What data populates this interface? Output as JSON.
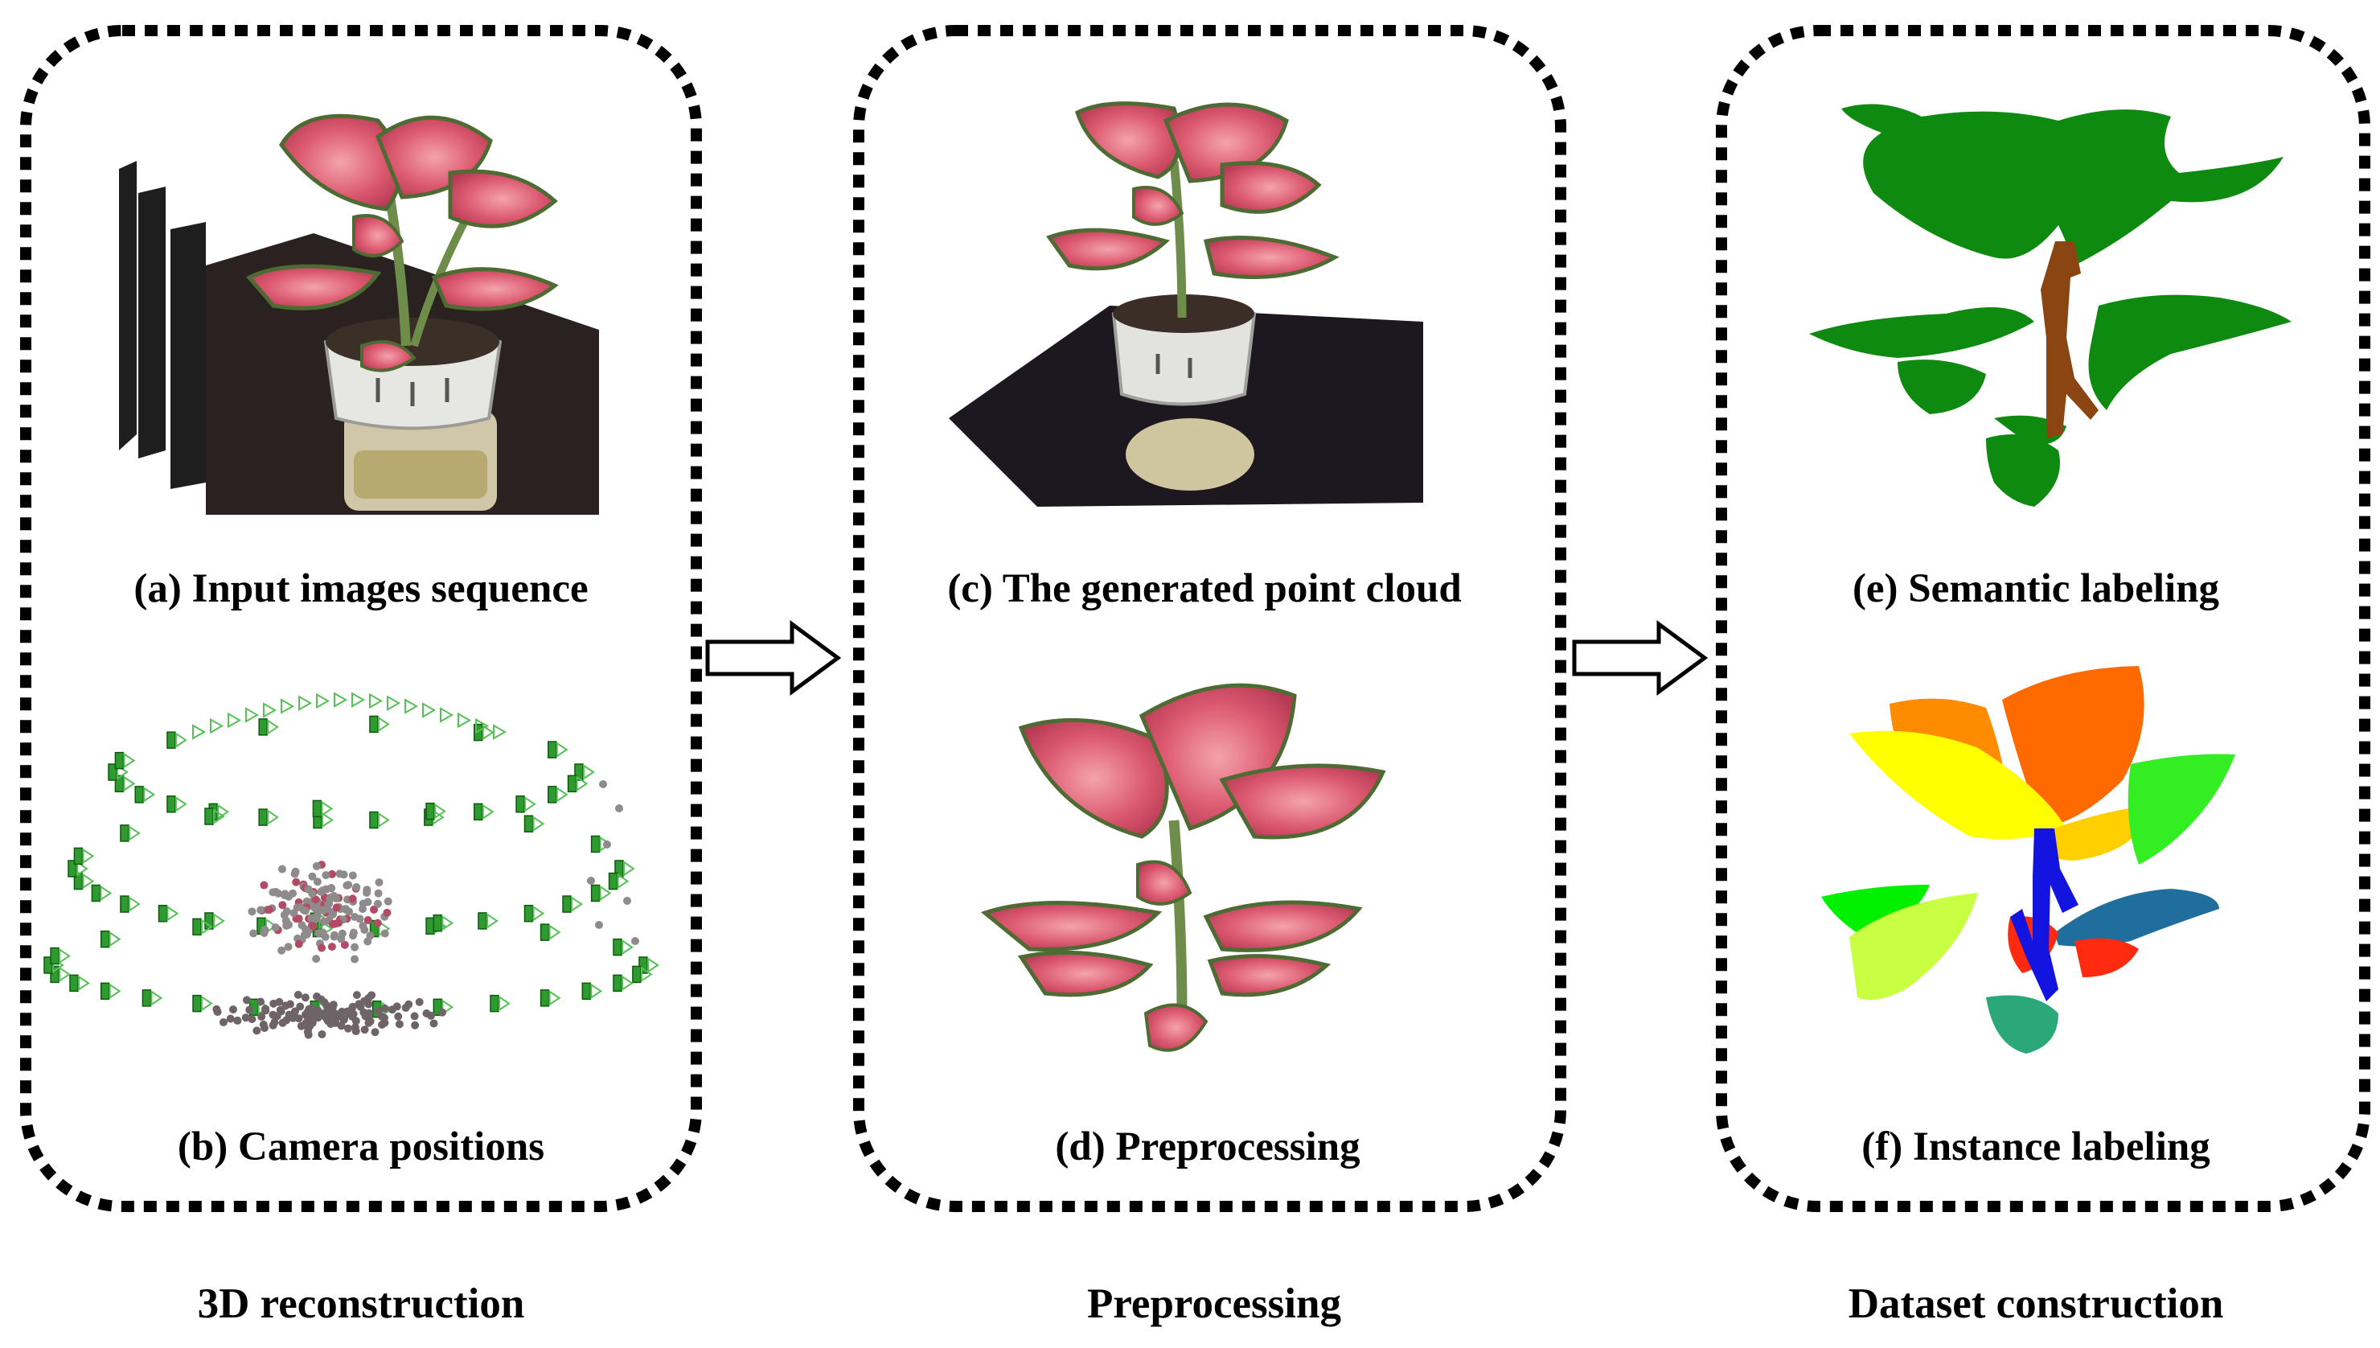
{
  "panels": [
    {
      "stage": "3D reconstruction",
      "top_caption": "(a) Input images sequence",
      "bottom_caption": "(b) Camera positions"
    },
    {
      "stage": "Preprocessing",
      "top_caption": "(c) The generated point cloud",
      "bottom_caption": "(d) Preprocessing"
    },
    {
      "stage": "Dataset construction",
      "top_caption": "(e) Semantic labeling",
      "bottom_caption": "(f) Instance labeling"
    }
  ],
  "colors": {
    "leaf_pink": "#d9546b",
    "leaf_edge": "#4f6b34",
    "semantic_leaf": "#0f8a10",
    "semantic_stem": "#8b4513",
    "instance_stem": "#1414e0",
    "instance_leaves": [
      "#ff8c00",
      "#ff6a00",
      "#ffff00",
      "#ffd000",
      "#33ee22",
      "#00f000",
      "#c8ff40",
      "#1f6e9e",
      "#ff2a10",
      "#2aa87a"
    ]
  }
}
